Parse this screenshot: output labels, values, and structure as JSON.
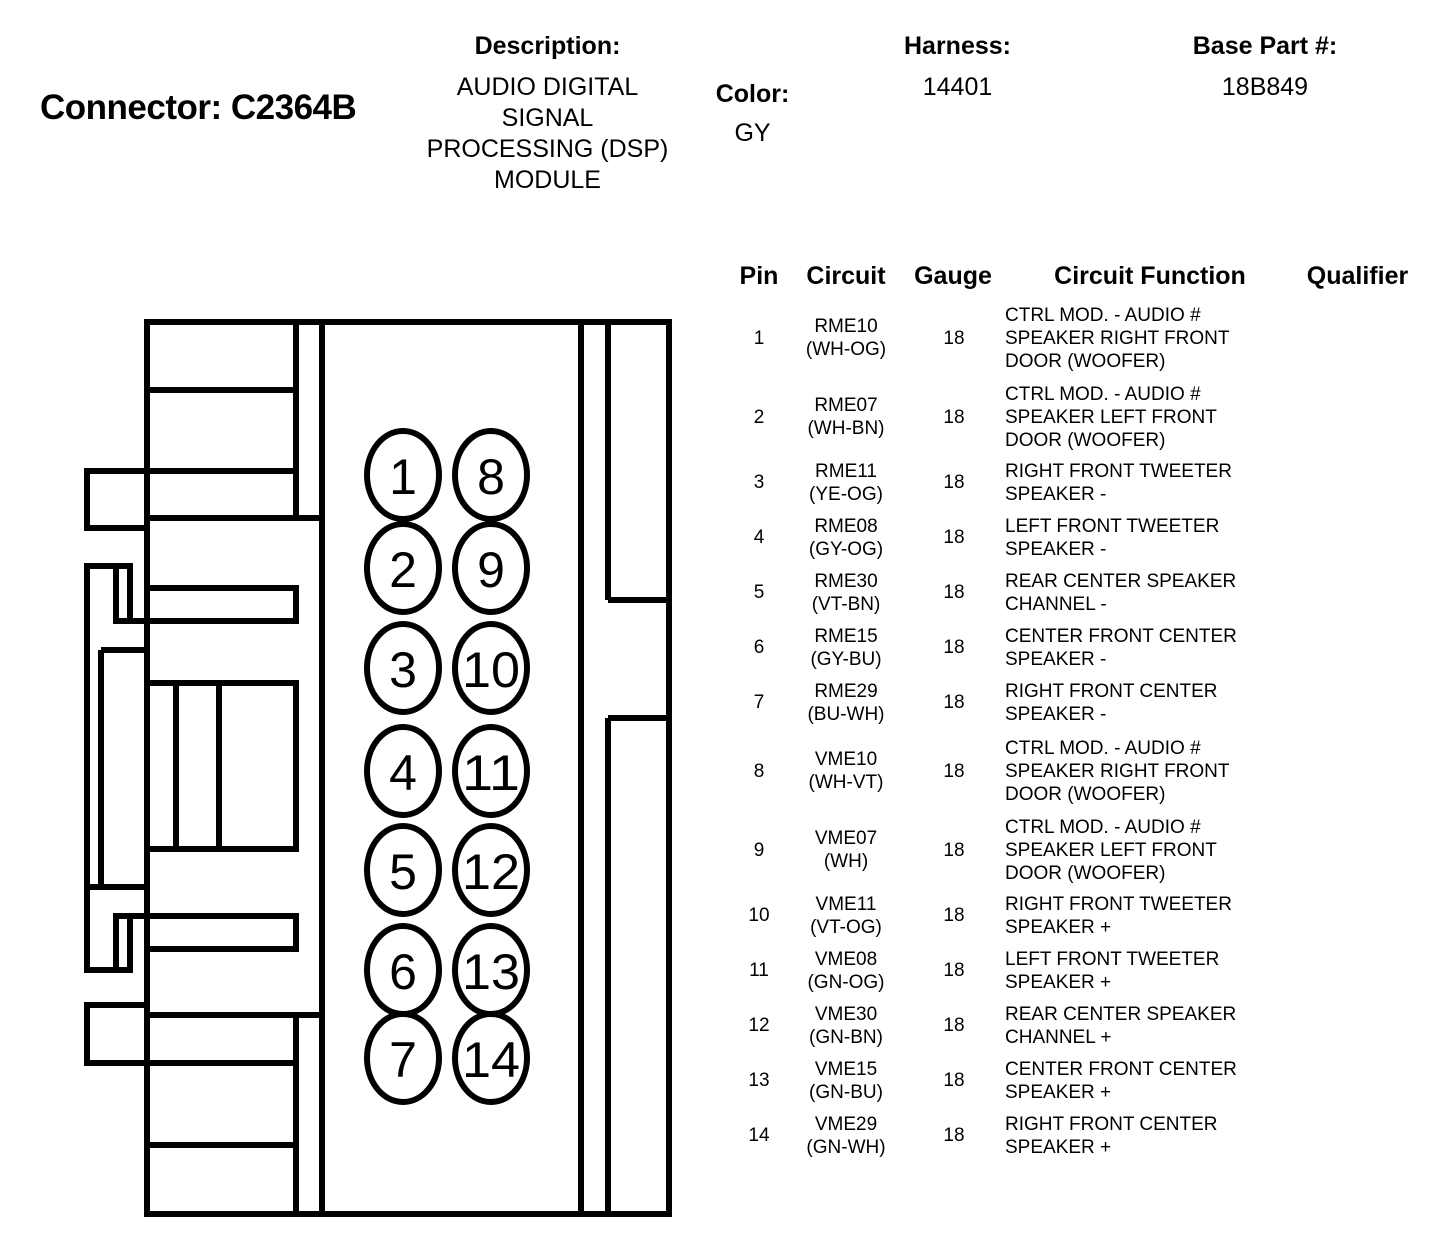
{
  "header": {
    "connector_title": "Connector: C2364B",
    "description_label": "Description:",
    "description_value": "AUDIO DIGITAL SIGNAL PROCESSING (DSP) MODULE",
    "description_lines": [
      "AUDIO DIGITAL",
      "SIGNAL",
      "PROCESSING (DSP)",
      "MODULE"
    ],
    "color_label": "Color:",
    "color_value": "GY",
    "harness_label": "Harness:",
    "harness_value": "14401",
    "base_part_label": "Base Part #:",
    "base_part_value": "18B849"
  },
  "table": {
    "columns": [
      "Pin",
      "Circuit",
      "Gauge",
      "Circuit Function",
      "Qualifier"
    ],
    "rows": [
      {
        "pin": "1",
        "circuit": "RME10",
        "wire_color": "(WH-OG)",
        "gauge": "18",
        "function": "CTRL MOD. - AUDIO #\nSPEAKER RIGHT FRONT\nDOOR (WOOFER)",
        "qualifier": ""
      },
      {
        "pin": "2",
        "circuit": "RME07",
        "wire_color": "(WH-BN)",
        "gauge": "18",
        "function": "CTRL MOD. - AUDIO #\nSPEAKER LEFT FRONT\nDOOR (WOOFER)",
        "qualifier": ""
      },
      {
        "pin": "3",
        "circuit": "RME11",
        "wire_color": "(YE-OG)",
        "gauge": "18",
        "function": "RIGHT FRONT TWEETER\nSPEAKER -",
        "qualifier": ""
      },
      {
        "pin": "4",
        "circuit": "RME08",
        "wire_color": "(GY-OG)",
        "gauge": "18",
        "function": "LEFT FRONT TWEETER\nSPEAKER -",
        "qualifier": ""
      },
      {
        "pin": "5",
        "circuit": "RME30",
        "wire_color": "(VT-BN)",
        "gauge": "18",
        "function": "REAR CENTER SPEAKER\nCHANNEL -",
        "qualifier": ""
      },
      {
        "pin": "6",
        "circuit": "RME15",
        "wire_color": "(GY-BU)",
        "gauge": "18",
        "function": "CENTER FRONT CENTER\nSPEAKER -",
        "qualifier": ""
      },
      {
        "pin": "7",
        "circuit": "RME29",
        "wire_color": "(BU-WH)",
        "gauge": "18",
        "function": "RIGHT FRONT CENTER\nSPEAKER -",
        "qualifier": ""
      },
      {
        "pin": "8",
        "circuit": "VME10",
        "wire_color": "(WH-VT)",
        "gauge": "18",
        "function": "CTRL MOD. - AUDIO #\nSPEAKER RIGHT FRONT\nDOOR (WOOFER)",
        "qualifier": ""
      },
      {
        "pin": "9",
        "circuit": "VME07",
        "wire_color": "(WH)",
        "gauge": "18",
        "function": "CTRL MOD. - AUDIO #\nSPEAKER LEFT FRONT\nDOOR (WOOFER)",
        "qualifier": ""
      },
      {
        "pin": "10",
        "circuit": "VME11",
        "wire_color": "(VT-OG)",
        "gauge": "18",
        "function": "RIGHT FRONT TWEETER\nSPEAKER +",
        "qualifier": ""
      },
      {
        "pin": "11",
        "circuit": "VME08",
        "wire_color": "(GN-OG)",
        "gauge": "18",
        "function": "LEFT FRONT TWEETER\nSPEAKER +",
        "qualifier": ""
      },
      {
        "pin": "12",
        "circuit": "VME30",
        "wire_color": "(GN-BN)",
        "gauge": "18",
        "function": "REAR CENTER SPEAKER\nCHANNEL +",
        "qualifier": ""
      },
      {
        "pin": "13",
        "circuit": "VME15",
        "wire_color": "(GN-BU)",
        "gauge": "18",
        "function": "CENTER FRONT CENTER\nSPEAKER +",
        "qualifier": ""
      },
      {
        "pin": "14",
        "circuit": "VME29",
        "wire_color": "(GN-WH)",
        "gauge": "18",
        "function": "RIGHT FRONT CENTER\nSPEAKER +",
        "qualifier": ""
      }
    ]
  },
  "connector_face": {
    "pin_columns": [
      [
        "1",
        "2",
        "3",
        "4",
        "5",
        "6",
        "7"
      ],
      [
        "8",
        "9",
        "10",
        "11",
        "12",
        "13",
        "14"
      ]
    ]
  },
  "colors": {
    "ink": "#000000",
    "background": "#ffffff"
  }
}
